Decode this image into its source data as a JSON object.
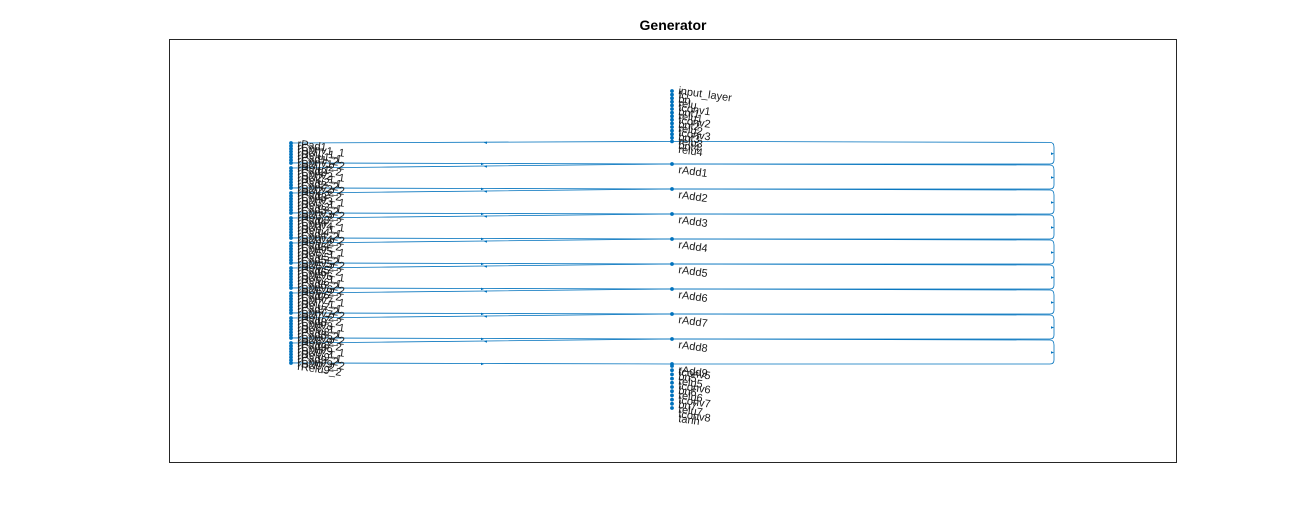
{
  "figure": {
    "title": "Generator",
    "edge_color": "#0072BD",
    "node_color": "#0072BD",
    "frame_color": "#262626"
  },
  "graph": {
    "input_layers": [
      "input_layer",
      "fc",
      "bn",
      "relu",
      "tconv1",
      "bnt1",
      "relu1",
      "tconv2",
      "bnt2",
      "relu2",
      "tconv3",
      "bnt3",
      "relu3",
      "bnt4",
      "relu4"
    ],
    "residual_blocks": [
      {
        "convs": [
          "rPad1",
          "rConv1_1",
          "rBN1_1",
          "rRelu1_1",
          "rPad1_2",
          "rConv1_2",
          "rBN1_2",
          "rRelu1_2"
        ],
        "add": "rAdd1"
      },
      {
        "convs": [
          "rPad2",
          "rConv2_1",
          "rBN2_1",
          "rRelu2_1",
          "rPad2_2",
          "rConv2_2",
          "rBN2_2",
          "rRelu2_2"
        ],
        "add": "rAdd2"
      },
      {
        "convs": [
          "rPad3",
          "rConv3_1",
          "rBN3_1",
          "rRelu3_1",
          "rPad3_2",
          "rConv3_2",
          "rBN3_2",
          "rRelu3_2"
        ],
        "add": "rAdd3"
      },
      {
        "convs": [
          "rPad4",
          "rConv4_1",
          "rBN4_1",
          "rRelu4_1",
          "rPad4_2",
          "rConv4_2",
          "rBN4_2",
          "rRelu4_2"
        ],
        "add": "rAdd4"
      },
      {
        "convs": [
          "rPad5",
          "rConv5_1",
          "rBN5_1",
          "rRelu5_1",
          "rPad5_2",
          "rConv5_2",
          "rBN5_2",
          "rRelu5_2"
        ],
        "add": "rAdd5"
      },
      {
        "convs": [
          "rPad6",
          "rConv6_1",
          "rBN6_1",
          "rRelu6_1",
          "rPad6_2",
          "rConv6_2",
          "rBN6_2",
          "rRelu6_2"
        ],
        "add": "rAdd6"
      },
      {
        "convs": [
          "rPad7",
          "rConv7_1",
          "rBN7_1",
          "rRelu7_1",
          "rPad7_2",
          "rConv7_2",
          "rBN7_2",
          "rRelu7_2"
        ],
        "add": "rAdd7"
      },
      {
        "convs": [
          "rPad8",
          "rConv8_1",
          "rBN8_1",
          "rRelu8_1",
          "rPad8_2",
          "rConv8_2",
          "rBN8_2",
          "rRelu8_2"
        ],
        "add": "rAdd8"
      },
      {
        "convs": [
          "rPad9",
          "rConv9_1",
          "rBN9_1",
          "rRelu9_1",
          "rPad9_2",
          "rConv9_2",
          "rBN9_2",
          "rRelu9_2"
        ],
        "add": "rAdd9"
      }
    ],
    "output_layers": [
      "tconv5",
      "bn5",
      "relu5",
      "tconv6",
      "bn6",
      "relu6",
      "tconv7",
      "bn7",
      "relu7",
      "tconv8",
      "tanh"
    ]
  }
}
